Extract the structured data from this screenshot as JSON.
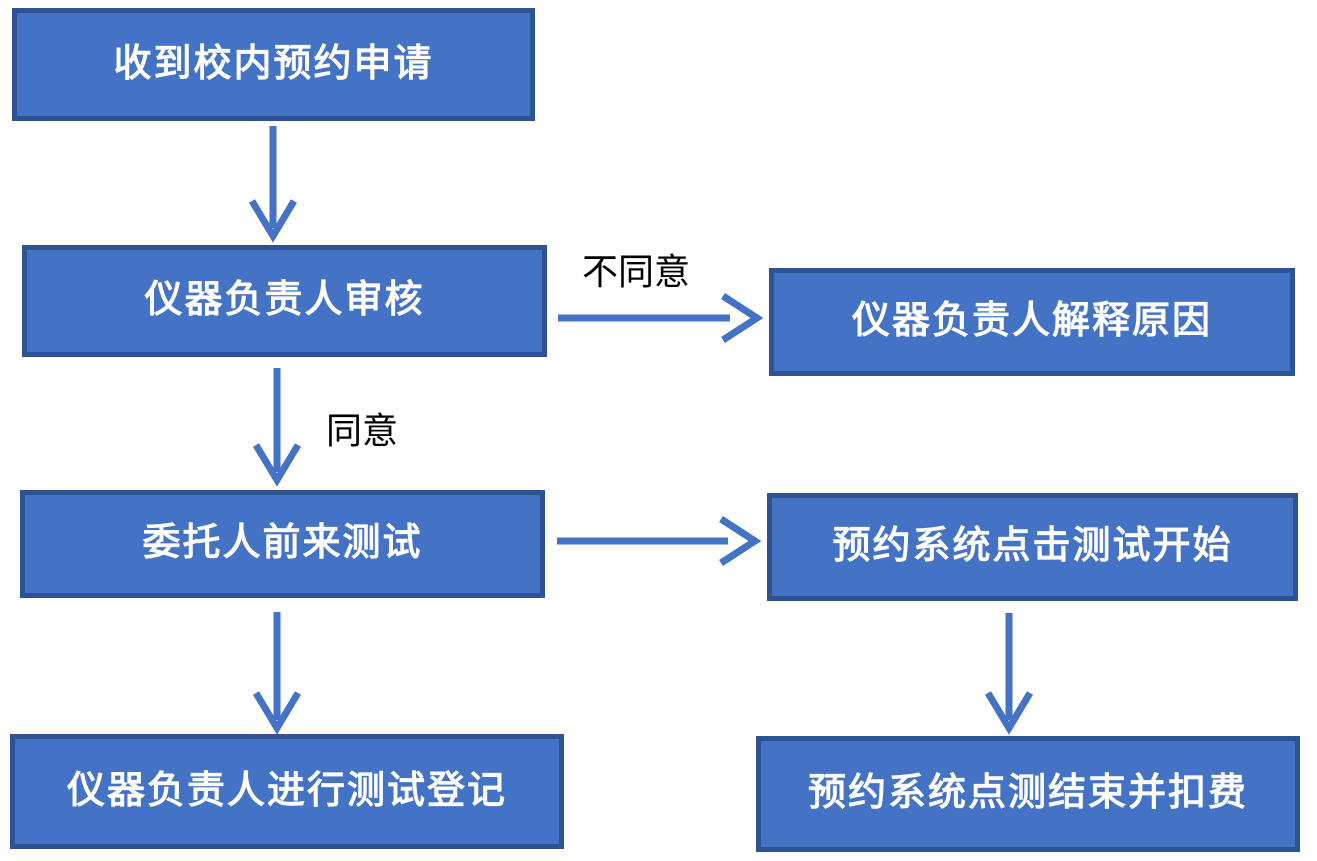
{
  "diagram": {
    "title": "instrument-reservation-workflow",
    "nodes": [
      {
        "id": "receive",
        "label": "收到校内预约申请"
      },
      {
        "id": "review",
        "label": "仪器负责人审核"
      },
      {
        "id": "explain",
        "label": "仪器负责人解释原因"
      },
      {
        "id": "client-test",
        "label": "委托人前来测试"
      },
      {
        "id": "start-test",
        "label": "预约系统点击测试开始"
      },
      {
        "id": "register",
        "label": "仪器负责人进行测试登记"
      },
      {
        "id": "end-test",
        "label": "预约系统点测结束并扣费"
      }
    ],
    "edges": [
      {
        "from": "receive",
        "to": "review",
        "label": ""
      },
      {
        "from": "review",
        "to": "explain",
        "label": "不同意"
      },
      {
        "from": "review",
        "to": "client-test",
        "label": "同意"
      },
      {
        "from": "client-test",
        "to": "start-test",
        "label": ""
      },
      {
        "from": "client-test",
        "to": "register",
        "label": ""
      },
      {
        "from": "start-test",
        "to": "end-test",
        "label": ""
      }
    ]
  },
  "colors": {
    "box_fill": "#4472C4",
    "box_border": "#2E5395",
    "arrow": "#4472C4",
    "box_text": "#FFFFFF",
    "label_text": "#000000",
    "background": "#FFFFFF"
  }
}
